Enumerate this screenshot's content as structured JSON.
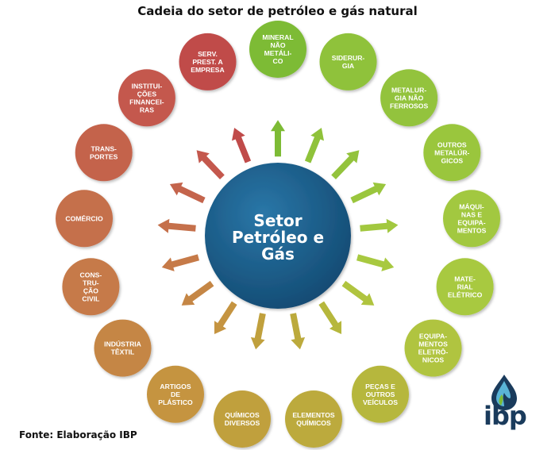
{
  "title": "Cadeia do setor de petróleo e gás natural",
  "source": "Fonte: Elaboração IBP",
  "logo": {
    "text": "ibp"
  },
  "center": {
    "lines": [
      "Setor",
      "Petróleo e",
      "Gás"
    ]
  },
  "nodes": [
    {
      "id": "mineral-nao-metalico",
      "lines": [
        "MINERAL",
        "NÃO",
        "METÁLI-",
        "CO"
      ],
      "color": "#7dbb35"
    },
    {
      "id": "siderurgia",
      "lines": [
        "SIDERUR-",
        "GIA"
      ],
      "color": "#8fc23a"
    },
    {
      "id": "metalurgia-nao-ferrosos",
      "lines": [
        "METALUR-",
        "GIA NÃO",
        "FERROSOS"
      ],
      "color": "#93c33c"
    },
    {
      "id": "outros-metalurgicos",
      "lines": [
        "OUTROS",
        "METALÚR-",
        "GICOS"
      ],
      "color": "#9ac63d"
    },
    {
      "id": "maquinas-equipamentos",
      "lines": [
        "MÁQUI-",
        "NAS E",
        "EQUIPA-",
        "MENTOS"
      ],
      "color": "#a2c83f"
    },
    {
      "id": "material-eletrico",
      "lines": [
        "MATE-",
        "RIAL",
        "ELÉTRICO"
      ],
      "color": "#a8c940"
    },
    {
      "id": "equipamentos-eletronicos",
      "lines": [
        "EQUIPA-",
        "MENTOS",
        "ELETRÔ-",
        "NICOS"
      ],
      "color": "#b0c43f"
    },
    {
      "id": "pecas-veiculos",
      "lines": [
        "PEÇAS E",
        "OUTROS",
        "VEÍCULOS"
      ],
      "color": "#b6b73c"
    },
    {
      "id": "elementos-quimicos",
      "lines": [
        "ELEMENTOS",
        "QUÍMICOS"
      ],
      "color": "#bcaa3c"
    },
    {
      "id": "quimicos-diversos",
      "lines": [
        "QUÍMICOS",
        "DIVERSOS"
      ],
      "color": "#c0a03d"
    },
    {
      "id": "artigos-plastico",
      "lines": [
        "ARTIGOS",
        "DE",
        "PLÁSTICO"
      ],
      "color": "#c59441"
    },
    {
      "id": "industria-textil",
      "lines": [
        "INDÚSTRIA",
        "TÊXTIL"
      ],
      "color": "#c58645"
    },
    {
      "id": "construcao-civil",
      "lines": [
        "CONS-",
        "TRU-",
        "ÇÃO",
        "CIVIL"
      ],
      "color": "#c67a48"
    },
    {
      "id": "comercio",
      "lines": [
        "COMÉRCIO"
      ],
      "color": "#c5704b"
    },
    {
      "id": "transportes",
      "lines": [
        "TRANS-",
        "PORTES"
      ],
      "color": "#c4644c"
    },
    {
      "id": "instituicoes-financeiras",
      "lines": [
        "INSTITUI-",
        "ÇÕES",
        "FINANCEI-",
        "RAS"
      ],
      "color": "#c4584d"
    },
    {
      "id": "serv-prest-empresa",
      "lines": [
        "SERV.",
        "PREST. A",
        "EMPRESA"
      ],
      "color": "#c04b4a"
    }
  ],
  "colors": {
    "center": "#1d5a86",
    "logo_drop_dark": "#1a3b5c",
    "logo_drop_green": "#7dbb35",
    "logo_drop_blue": "#5ab4d6"
  }
}
